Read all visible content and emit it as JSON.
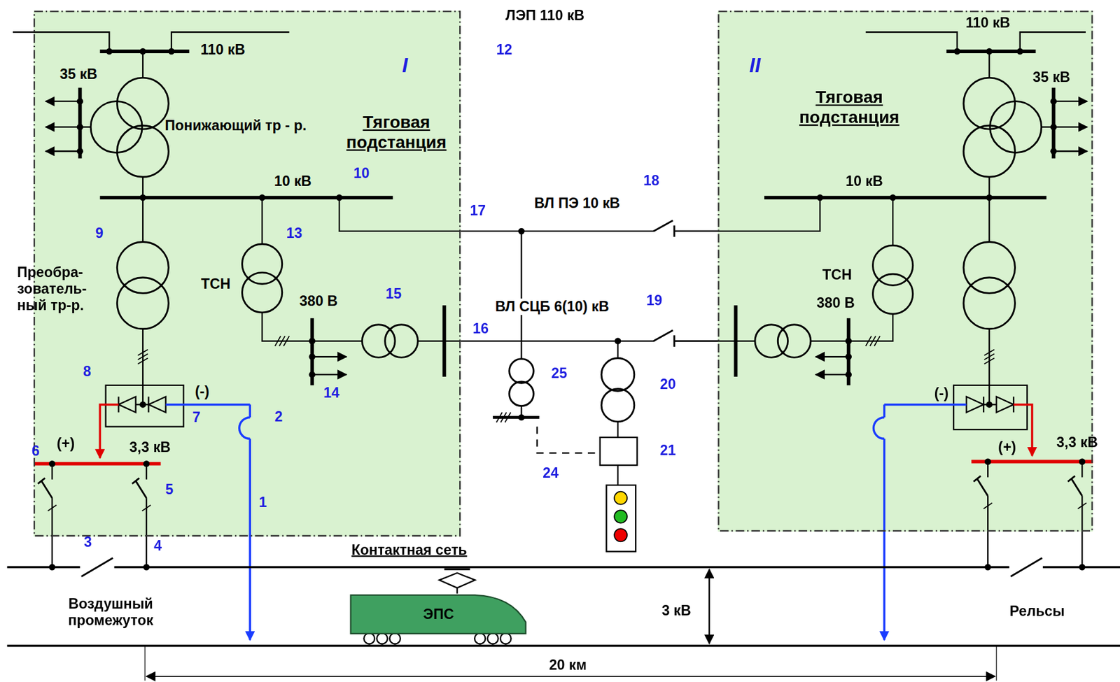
{
  "diagram": {
    "nodes": [
      {
        "text": [
          "I",
          "Тяговая подстанция"
        ]
      },
      {
        "text": [
          "II",
          "Тяговая подстанция"
        ]
      },
      {
        "text": [
          "ЭПС"
        ]
      }
    ],
    "edges": [
      {
        "from": 0,
        "to": 1,
        "arrow": "none",
        "label": "ВЛ ПЭ 10 кВ"
      },
      {
        "from": 0,
        "to": 1,
        "arrow": "none",
        "label": "ВЛ СЦБ 6(10) кВ"
      }
    ],
    "labels": [
      "ЛЭП 110 кВ",
      "12",
      "110 кВ",
      "35 кВ",
      "Понижающий тр - р.",
      "10 кВ",
      "10",
      "9",
      "13",
      "Преобра- зователь- ный тр-р.",
      "ТСН",
      "380 В",
      "15",
      "8",
      "(-)",
      "7",
      "2",
      "6",
      "(+)",
      "3,3 кВ",
      "5",
      "1",
      "3",
      "4",
      "14",
      "17",
      "18",
      "19",
      "16",
      "25",
      "20",
      "21",
      "24",
      "110 кВ",
      "35 кВ",
      "10 кВ",
      "ТСН",
      "380 В",
      "(-)",
      "(+)",
      "3,3 кВ",
      "Контактная сеть",
      "Воздушный промежуток",
      "3 кВ",
      "Рельсы",
      "20 км"
    ]
  }
}
